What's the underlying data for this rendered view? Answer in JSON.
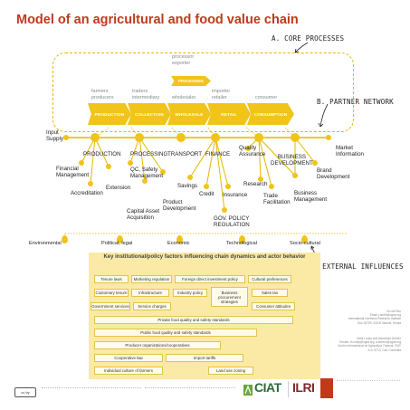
{
  "title": "Model of an agricultural and food value chain",
  "annotations": {
    "core_processes": "A. CORE PROCESSES",
    "partner_network": "B. PARTNER NETWORK",
    "external_influences": "C. EXTERNAL INFLUENCES"
  },
  "core": {
    "actors": [
      "farmers\nproducers",
      "traders\nintermediary",
      "processor\nexporter",
      "wholesaler",
      "importer\nretailer",
      "consumer"
    ],
    "stages": [
      "PRODUCTION",
      "COLLECTION",
      "PROCESSING",
      "WHOLESALE",
      "RETAIL",
      "CONSUMPTION"
    ]
  },
  "network": {
    "input_supply": "Input\nSupply",
    "market_information": "Market\nInformation",
    "hubs": [
      "PRODUCTION",
      "PROCESSING",
      "TRANSPORT",
      "FINANCE",
      "BUSINESS\nDEVELOPMENT"
    ],
    "quality_assurance": "Quality\nAssurance",
    "financial_management": "Financial\nManagement",
    "accreditation": "Accreditation",
    "extension": "Extension",
    "qc_safety": "QC, Safety\nManagement",
    "capital_asset": "Capital Asset\nAcquisition",
    "product_development": "Product\nDevelopment",
    "savings": "Savings",
    "credit": "Credit",
    "insurance": "Insurance",
    "gov_policy": "GOV. POLICY\nREGULATION",
    "research": "Research",
    "trade_facilitation": "Trade\nFacilitation",
    "business_management": "Business\nManagement",
    "brand_development": "Brand\nDevelopment"
  },
  "external": [
    "Environmental",
    "Political, legal",
    "Economic",
    "Technological",
    "Socio-cultural"
  ],
  "factors": {
    "heading": "Key institutional/policy factors influencing chain dynamics and actor behavior",
    "row1": [
      "Tenure laws",
      "Marketing regulation",
      "Foreign direct investment policy",
      "Cultural preferences"
    ],
    "row2": [
      "Customary tenure",
      "Infrastructure",
      "Industry policy",
      "Business\nprocurement\nstrategies",
      "Sales tax"
    ],
    "row3": [
      "Government services",
      "Service charges",
      "Consumer attitudes"
    ],
    "wide": [
      "Private food quality and safety standards",
      "Public food quality and safety standards",
      "Producer organizations/cooperatives",
      "Cooperative law",
      "Import tariffs",
      "Individual culture of farmers",
      "Land use zoning"
    ]
  },
  "contacts": {
    "block1": "Iri Loid Shu\nEmail: j.smith@cgiar.org\nInternational Livestock Research Institute\nBox 30709, 00100 Nairobi, Kenya",
    "block2": "Mark Lundy and Alexandra Amrein\nEmails: m.lundy@cgiar.org; a.amrein@cgiar.org\nCentro Internacional de Agricultura Tropical, CIAT\nA.A. 6713, Cali, Colombia"
  },
  "logos": {
    "ciat": "CIAT",
    "ilri": "ILRI",
    "cc": "cc by"
  },
  "colors": {
    "title": "#c0391c",
    "accent": "#f0c419",
    "panel": "#fbeaa5"
  }
}
